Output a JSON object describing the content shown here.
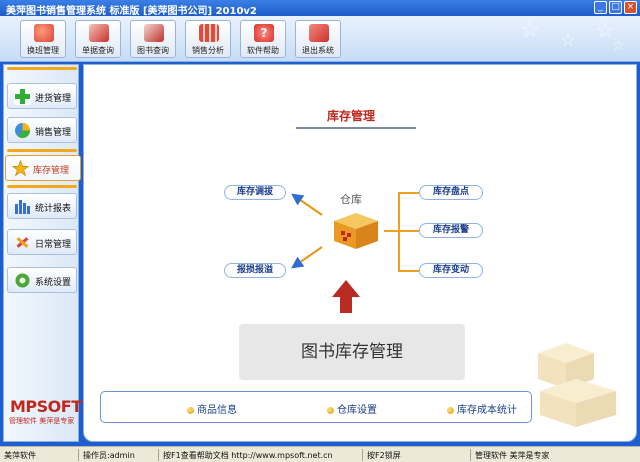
{
  "window": {
    "title": "美萍图书销售管理系统 标准版 [美萍图书公司] 2010v2",
    "controls": {
      "minimize": "_",
      "maximize": "□",
      "close": "×"
    }
  },
  "toolbar": {
    "buttons": [
      {
        "label": "换班管理",
        "icon": "shift-change-icon",
        "color": "#d9453a"
      },
      {
        "label": "单据查询",
        "icon": "receipt-search-icon",
        "color": "#c9302c"
      },
      {
        "label": "图书查询",
        "icon": "book-search-icon",
        "color": "#b9322e"
      },
      {
        "label": "销售分析",
        "icon": "sales-analysis-icon",
        "color": "#e14b38"
      },
      {
        "label": "软件帮助",
        "icon": "help-icon",
        "color": "#d6312a"
      },
      {
        "label": "退出系统",
        "icon": "exit-icon",
        "color": "#cf2f2b"
      }
    ]
  },
  "sidebar": {
    "items": [
      {
        "label": "进货管理",
        "icon": "plus-icon",
        "color": "#2fae35"
      },
      {
        "label": "销售管理",
        "icon": "pie-chart-icon",
        "color": "#3a8fdc"
      },
      {
        "label": "库存管理",
        "icon": "star-icon",
        "color": "#f2b516",
        "active": true
      },
      {
        "label": "统计报表",
        "icon": "bar-chart-icon",
        "color": "#3470d6"
      },
      {
        "label": "日常管理",
        "icon": "tools-icon",
        "color": "#d6443a"
      },
      {
        "label": "系统设置",
        "icon": "gear-icon",
        "color": "#4aa83a"
      }
    ],
    "logo": "MPSOFT",
    "logo_sub": "管理软件 美萍是专家"
  },
  "main": {
    "title": "库存管理",
    "center_label": "仓库",
    "left_actions": [
      "库存调拔",
      "报损报溢"
    ],
    "right_actions": [
      "库存盘点",
      "库存报警",
      "库存变动"
    ],
    "caption": "图书库存管理",
    "bottom_links": [
      "商品信息",
      "仓库设置",
      "库存成本统计"
    ],
    "colors": {
      "accent": "#c0281e",
      "arrow_blue": "#2f6fd1",
      "arrow_orange": "#e89516",
      "bracket": "#f0a020"
    }
  },
  "status": {
    "items": [
      "美萍软件",
      "操作员:admin",
      "按F1查看帮助文档 http://www.mpsoft.net.cn",
      "按F2锁屏",
      "管理软件 美萍是专家"
    ]
  }
}
